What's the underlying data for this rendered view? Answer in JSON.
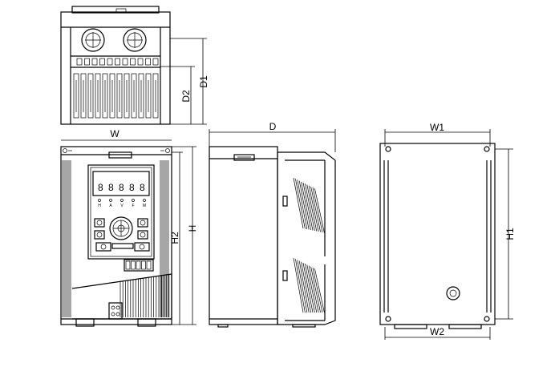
{
  "dimensions": {
    "w": "W",
    "d": "D",
    "d1": "D1",
    "d2": "D2",
    "h": "H",
    "h1": "H1",
    "h2": "H2",
    "w1": "W1",
    "w2": "W2"
  },
  "keypad": {
    "digits": [
      "8",
      "8",
      "8",
      "8",
      "8"
    ],
    "led_labels": [
      "H",
      "A",
      "V",
      "F",
      "M"
    ]
  }
}
